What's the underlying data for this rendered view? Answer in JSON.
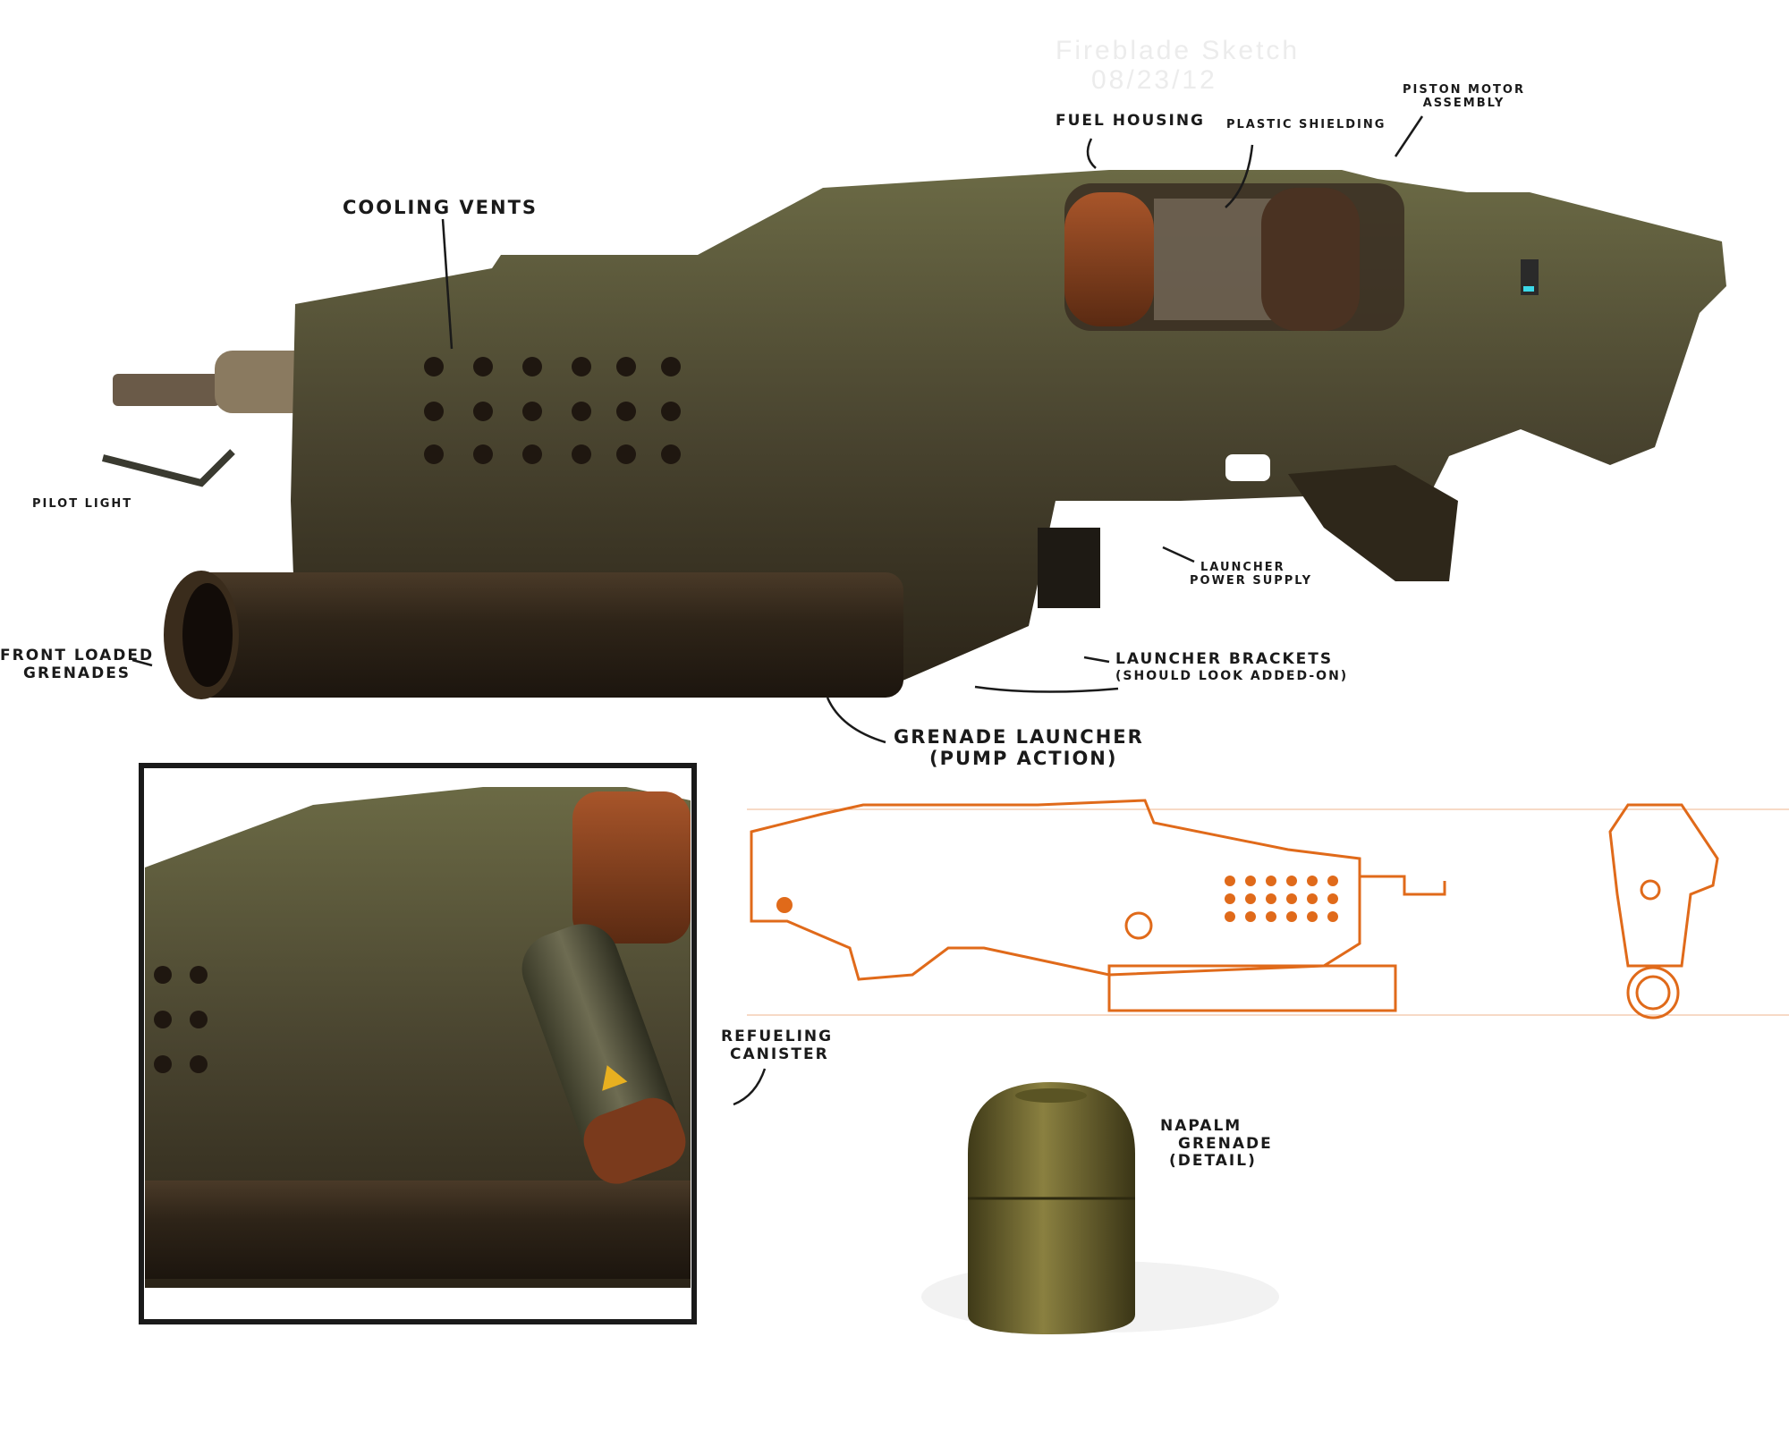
{
  "sheet": {
    "title": "Fireblade Sketch",
    "date": "08/23/12"
  },
  "annotations": {
    "fuel_housing": "Fuel Housing",
    "plastic_shielding": "Plastic Shielding",
    "piston_motor_assembly": [
      "Piston Motor",
      "Assembly"
    ],
    "cooling_vents": "Cooling Vents",
    "pilot_light": "Pilot Light",
    "front_loaded_grenades": [
      "Front Loaded",
      "Grenades"
    ],
    "launcher_power_supply": [
      "Launcher",
      "Power Supply"
    ],
    "launcher_brackets": [
      "Launcher Brackets",
      "(Should Look Added-On)"
    ],
    "grenade_launcher": [
      "Grenade Launcher",
      "(Pump Action)"
    ],
    "refueling_canister": [
      "Refueling",
      "Canister"
    ],
    "napalm_grenade": [
      "Napalm",
      "Grenade",
      "(Detail)"
    ]
  },
  "colors": {
    "gun_body": "#4a4530",
    "gun_dark": "#2b2418",
    "fuel_orange": "#8a3d1c",
    "sketch_orange": "#e06a1a",
    "grenade": "#6b6530",
    "frame": "#1a1a1a"
  }
}
